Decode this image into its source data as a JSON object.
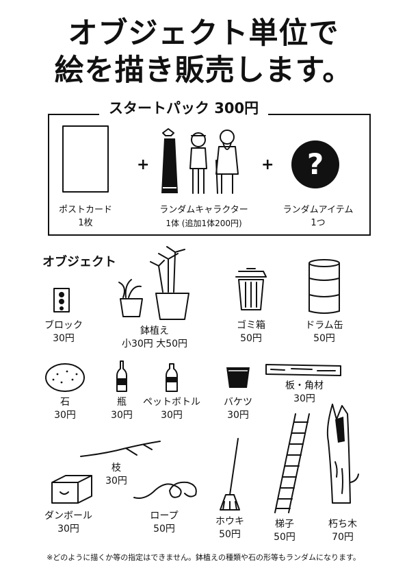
{
  "header": {
    "line1": "オブジェクト単位で",
    "line2": "絵を描き販売します。"
  },
  "starter_pack": {
    "heading": "スタートパック 300円",
    "plus": "+",
    "items": [
      {
        "name": "ポストカード",
        "qty": "1枚"
      },
      {
        "name": "ランダムキャラクター",
        "qty": "1体 (追加1体200円)"
      },
      {
        "name": "ランダムアイテム",
        "qty": "1つ"
      }
    ],
    "question_mark": "?"
  },
  "objects": {
    "heading": "オブジェクト",
    "items": [
      {
        "name": "ブロック",
        "price": "30円",
        "icon": "block-icon"
      },
      {
        "name": "鉢植え",
        "price": "小30円 大50円",
        "icon": "potted-plant-icon"
      },
      {
        "name": "ゴミ箱",
        "price": "50円",
        "icon": "trash-can-icon"
      },
      {
        "name": "ドラム缶",
        "price": "50円",
        "icon": "drum-can-icon"
      },
      {
        "name": "石",
        "price": "30円",
        "icon": "stone-icon"
      },
      {
        "name": "瓶",
        "price": "30円",
        "icon": "bottle-icon"
      },
      {
        "name": "ペットボトル",
        "price": "30円",
        "icon": "plastic-bottle-icon"
      },
      {
        "name": "バケツ",
        "price": "30円",
        "icon": "bucket-icon"
      },
      {
        "name": "板・角材",
        "price": "30円",
        "icon": "lumber-icon"
      },
      {
        "name": "枝",
        "price": "30円",
        "icon": "branch-icon"
      },
      {
        "name": "ダンボール",
        "price": "30円",
        "icon": "cardboard-box-icon"
      },
      {
        "name": "ロープ",
        "price": "50円",
        "icon": "rope-icon"
      },
      {
        "name": "ホウキ",
        "price": "50円",
        "icon": "broom-icon"
      },
      {
        "name": "梯子",
        "price": "50円",
        "icon": "ladder-icon"
      },
      {
        "name": "朽ち木",
        "price": "70円",
        "icon": "rotten-tree-icon"
      }
    ]
  },
  "footer_note": "※どのように描くか等の指定はできません。鉢植えの種類や石の形等もランダムになります。"
}
